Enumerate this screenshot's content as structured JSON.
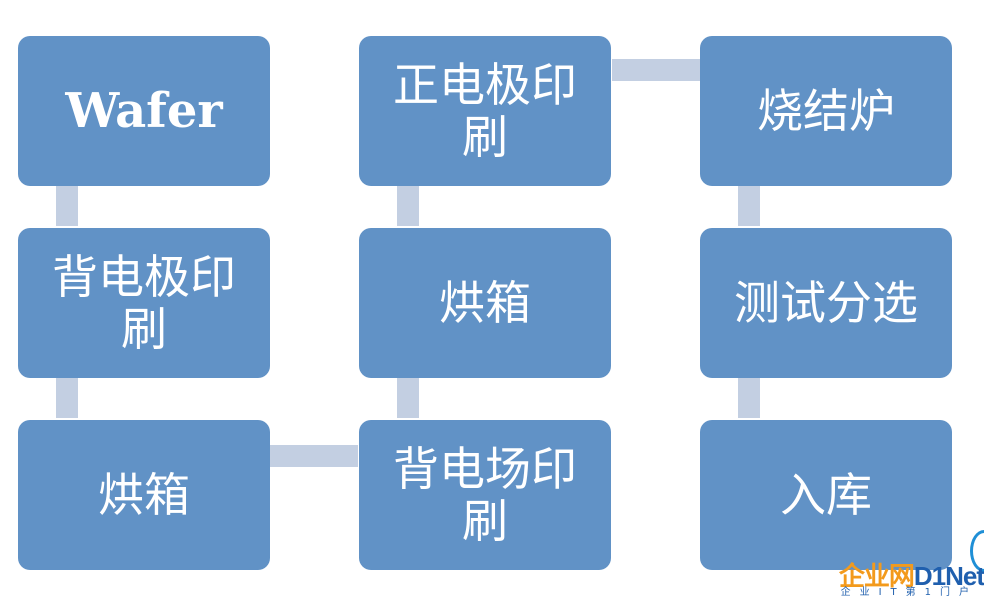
{
  "flow": {
    "col1": [
      "Wafer",
      "背电极印刷",
      "烘箱"
    ],
    "col2": [
      "正电极印刷",
      "烘箱",
      "背电场印刷"
    ],
    "col3": [
      "烧结炉",
      "测试分选",
      "入库"
    ]
  },
  "watermark": {
    "logo_cn": "企业网",
    "logo_en": "D1Net",
    "tagline": "企业IT第1门户"
  },
  "colors": {
    "node_fill": "#6192c6",
    "connector": "#c3cfe2",
    "text": "#ffffff"
  }
}
